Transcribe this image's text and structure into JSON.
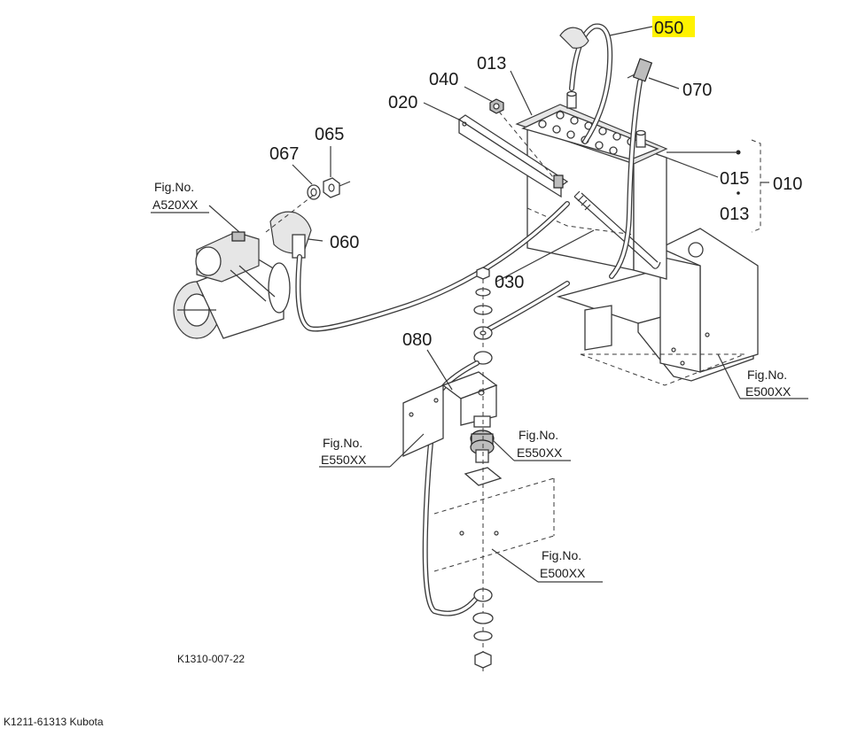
{
  "diagram": {
    "drawing_number": "K1310-007-22",
    "footer": "K1211-61313 Kubota",
    "highlight_color": "#fff200",
    "callouts": [
      {
        "id": "c050",
        "text": "050",
        "highlighted": true
      },
      {
        "id": "c013a",
        "text": "013"
      },
      {
        "id": "c040",
        "text": "040"
      },
      {
        "id": "c070",
        "text": "070"
      },
      {
        "id": "c020",
        "text": "020"
      },
      {
        "id": "c065",
        "text": "065"
      },
      {
        "id": "c067",
        "text": "067"
      },
      {
        "id": "c015",
        "text": "015"
      },
      {
        "id": "c010",
        "text": "010"
      },
      {
        "id": "c013b",
        "text": "013"
      },
      {
        "id": "c060",
        "text": "060"
      },
      {
        "id": "c030",
        "text": "030"
      },
      {
        "id": "c080",
        "text": "080"
      }
    ],
    "figure_refs": [
      {
        "label": "Fig.No.",
        "ref": "A520XX"
      },
      {
        "label": "Fig.No.",
        "ref": "E500XX"
      },
      {
        "label": "Fig.No.",
        "ref": "E550XX"
      },
      {
        "label": "Fig.No.",
        "ref": "E550XX"
      },
      {
        "label": "Fig.No.",
        "ref": "E500XX"
      }
    ]
  }
}
